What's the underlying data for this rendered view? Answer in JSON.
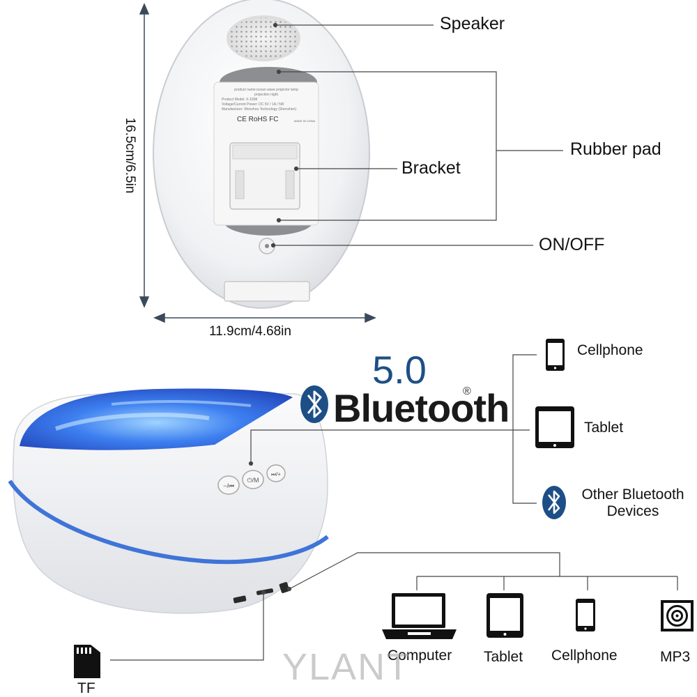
{
  "callouts": {
    "speaker": "Speaker",
    "rubber_pad": "Rubber pad",
    "bracket": "Bracket",
    "on_off": "ON/OFF"
  },
  "dimensions": {
    "height": "16.5cm/6.5in",
    "width": "11.9cm/4.68in"
  },
  "bluetooth": {
    "version": "5.0",
    "brand": "Bluetooth",
    "registered": "®"
  },
  "bt_devices": [
    {
      "label": "Cellphone",
      "icon": "cellphone-icon"
    },
    {
      "label": "Tablet",
      "icon": "tablet-icon"
    },
    {
      "label": "Other Bluetooth",
      "label2": "Devices",
      "icon": "bluetooth-icon"
    }
  ],
  "aux_devices": [
    {
      "label": "Computer",
      "icon": "laptop-icon"
    },
    {
      "label": "Tablet",
      "icon": "tablet-icon"
    },
    {
      "label": "Cellphone",
      "icon": "cellphone-icon"
    },
    {
      "label": "MP3",
      "icon": "mp3-icon"
    }
  ],
  "tf": {
    "label": "TF",
    "icon": "tf-card-icon"
  },
  "label_sticker": {
    "line1": "product name:ocean wave projector lamp",
    "line2": "projection night",
    "line3": "Product Model: X-1008",
    "line4": "Voltage/Current Power: DC 5V / 1A / 5W",
    "line5": "Manufacturer: Wenzhou Technology (Shenzhen)",
    "marks": "CE RoHS FC",
    "made_in": "MADE IN CHINA"
  },
  "watermark": "YLANT",
  "colors": {
    "accent_blue": "#1d4f86",
    "ring_blue": "#3f74d8",
    "line": "#444444"
  }
}
